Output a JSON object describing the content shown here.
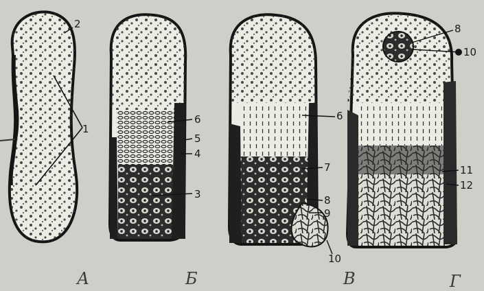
{
  "figure": {
    "stages": [
      {
        "letter": "А"
      },
      {
        "letter": "Б"
      },
      {
        "letter": "В"
      },
      {
        "letter": "Г"
      }
    ],
    "callouts": {
      "c1": "1",
      "c2": "2",
      "c3": "3",
      "c4": "4",
      "c5": "5",
      "c6a": "6",
      "c6b": "6",
      "c7": "7",
      "c8a": "8",
      "c8b": "8",
      "c9": "9",
      "c10a": "10",
      "c10b": "10",
      "c11": "11",
      "c12": "12"
    }
  },
  "colors": {
    "background": "#cfcfc9",
    "cartilage": "#ecebe4",
    "ink": "#151515",
    "perichondrium": "#2a2a2a",
    "bone_dark": "#2b2b2b"
  }
}
